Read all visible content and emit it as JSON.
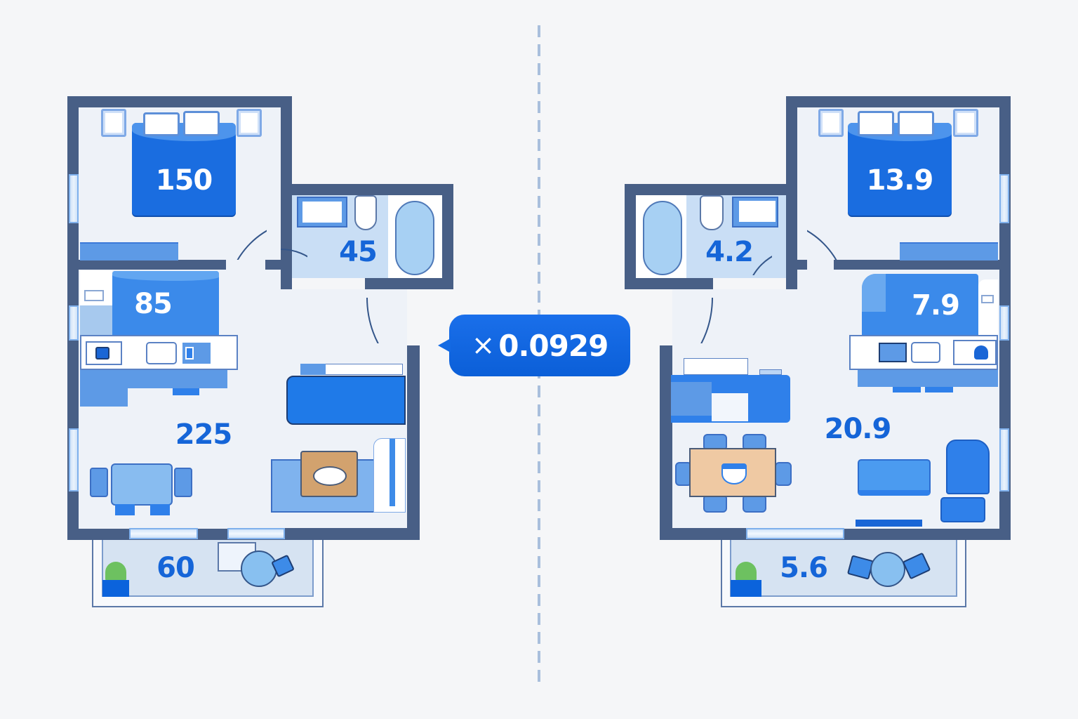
{
  "diagram": {
    "type": "floor-plan-unit-conversion",
    "conversion": {
      "symbol": "×",
      "factor": "0.0929",
      "note_arrow": "left"
    },
    "colors": {
      "wall": "#485f86",
      "floor": "#eef2f8",
      "accent": "#1565d8",
      "badge": "#0b66e4",
      "divider": "#a9bfdc"
    },
    "left_plan": {
      "rooms": [
        {
          "name": "bedroom",
          "value": "150"
        },
        {
          "name": "bathroom",
          "value": "45"
        },
        {
          "name": "kitchen",
          "value": "85"
        },
        {
          "name": "living-room",
          "value": "225"
        },
        {
          "name": "balcony",
          "value": "60"
        }
      ]
    },
    "right_plan": {
      "rooms": [
        {
          "name": "bedroom",
          "value": "13.9"
        },
        {
          "name": "bathroom",
          "value": "4.2"
        },
        {
          "name": "kitchen",
          "value": "7.9"
        },
        {
          "name": "living-room",
          "value": "20.9"
        },
        {
          "name": "balcony",
          "value": "5.6"
        }
      ]
    }
  }
}
